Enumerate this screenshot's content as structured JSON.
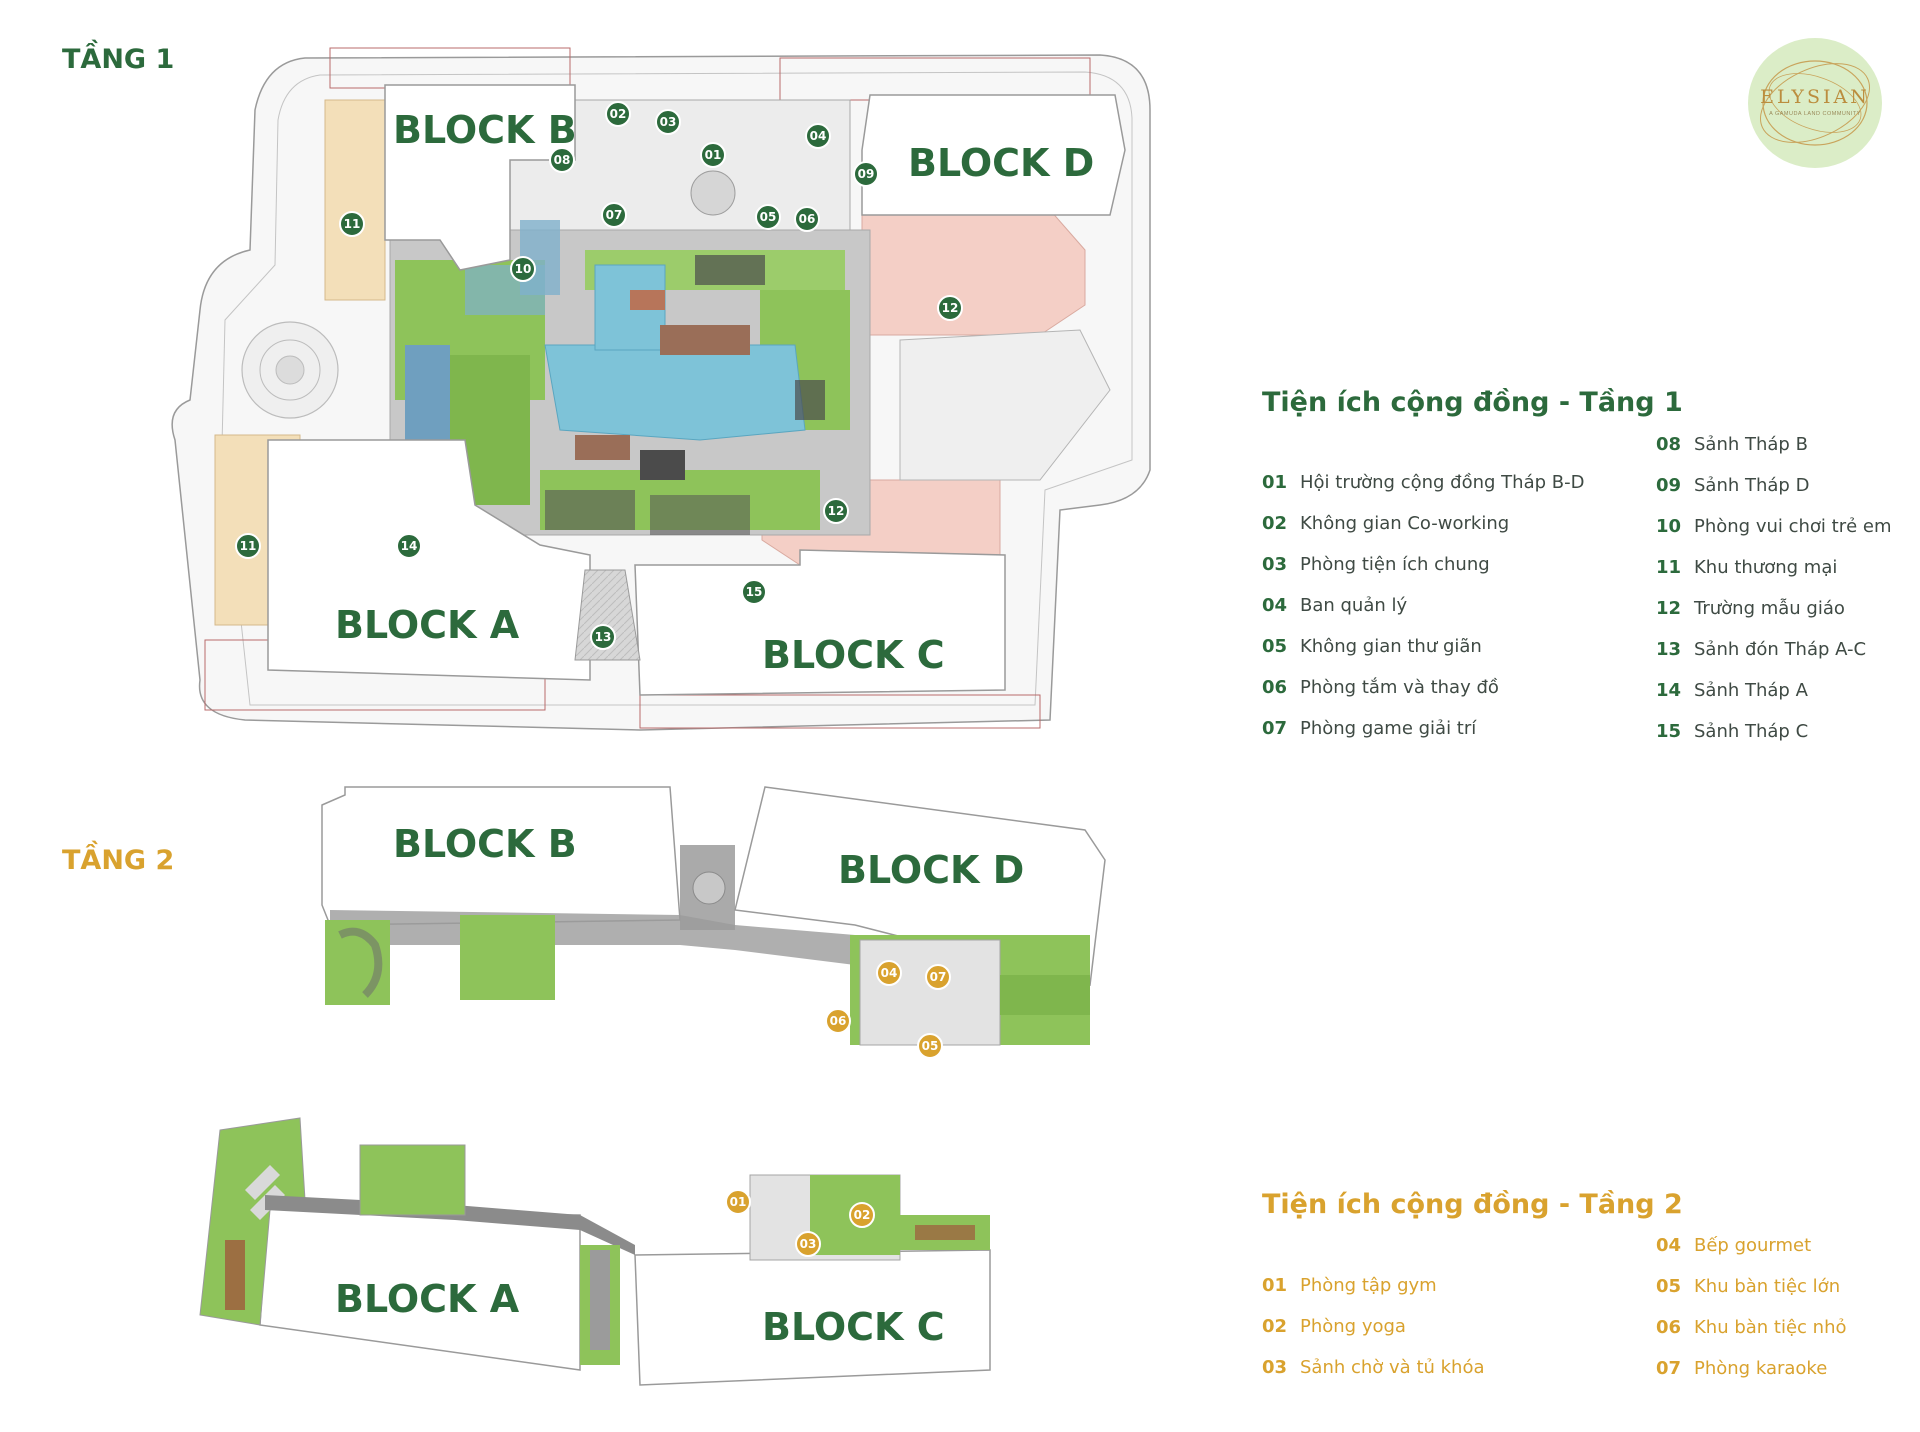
{
  "brand": {
    "name": "ELYSIAN",
    "tagline": "A GAMUDA LAND COMMUNITY"
  },
  "floors": {
    "floor1_title": "TẦNG 1",
    "floor2_title": "TẦNG 2"
  },
  "blocks": {
    "f1": {
      "b": "BLOCK B",
      "d": "BLOCK D",
      "a": "BLOCK A",
      "c": "BLOCK C"
    },
    "f2": {
      "b": "BLOCK B",
      "d": "BLOCK D"
    },
    "f3": {
      "a": "BLOCK A",
      "c": "BLOCK C"
    }
  },
  "floor1_markers": [
    "02",
    "03",
    "01",
    "04",
    "09",
    "08",
    "07",
    "05",
    "06",
    "10",
    "11",
    "12",
    "12",
    "11",
    "14",
    "15",
    "13"
  ],
  "floor2_markers": [
    "04",
    "07",
    "06",
    "05",
    "01",
    "02",
    "03"
  ],
  "legend_floor1": {
    "title": "Tiện ích cộng đồng - Tầng 1",
    "items": [
      {
        "num": "01",
        "label": "Hội trường cộng đồng Tháp B-D"
      },
      {
        "num": "02",
        "label": "Không gian Co-working"
      },
      {
        "num": "03",
        "label": "Phòng tiện ích chung"
      },
      {
        "num": "04",
        "label": "Ban quản lý"
      },
      {
        "num": "05",
        "label": "Không gian thư giãn"
      },
      {
        "num": "06",
        "label": "Phòng tắm và thay đồ"
      },
      {
        "num": "07",
        "label": "Phòng game giải trí"
      },
      {
        "num": "08",
        "label": "Sảnh Tháp B"
      },
      {
        "num": "09",
        "label": "Sảnh Tháp D"
      },
      {
        "num": "10",
        "label": "Phòng vui chơi trẻ em"
      },
      {
        "num": "11",
        "label": "Khu thương mại"
      },
      {
        "num": "12",
        "label": "Trường mẫu giáo"
      },
      {
        "num": "13",
        "label": "Sảnh đón Tháp A-C"
      },
      {
        "num": "14",
        "label": "Sảnh Tháp A"
      },
      {
        "num": "15",
        "label": "Sảnh Tháp C"
      }
    ]
  },
  "legend_floor2": {
    "title": "Tiện ích cộng đồng - Tầng 2",
    "items": [
      {
        "num": "01",
        "label": "Phòng tập gym"
      },
      {
        "num": "02",
        "label": "Phòng yoga"
      },
      {
        "num": "03",
        "label": "Sảnh chờ và tủ khóa"
      },
      {
        "num": "04",
        "label": "Bếp gourmet"
      },
      {
        "num": "05",
        "label": "Khu bàn tiệc lớn"
      },
      {
        "num": "06",
        "label": "Khu bàn tiệc nhỏ"
      },
      {
        "num": "07",
        "label": "Phòng karaoke"
      }
    ]
  },
  "colors": {
    "green_dark": "#2c6a3c",
    "gold": "#d9a22e",
    "pool": "#7ec3d8",
    "lawn": "#8ec35a",
    "commercial": "#f3dfb9",
    "kindergarten": "#f4cfc6",
    "logo_bg": "#dbedc7"
  }
}
